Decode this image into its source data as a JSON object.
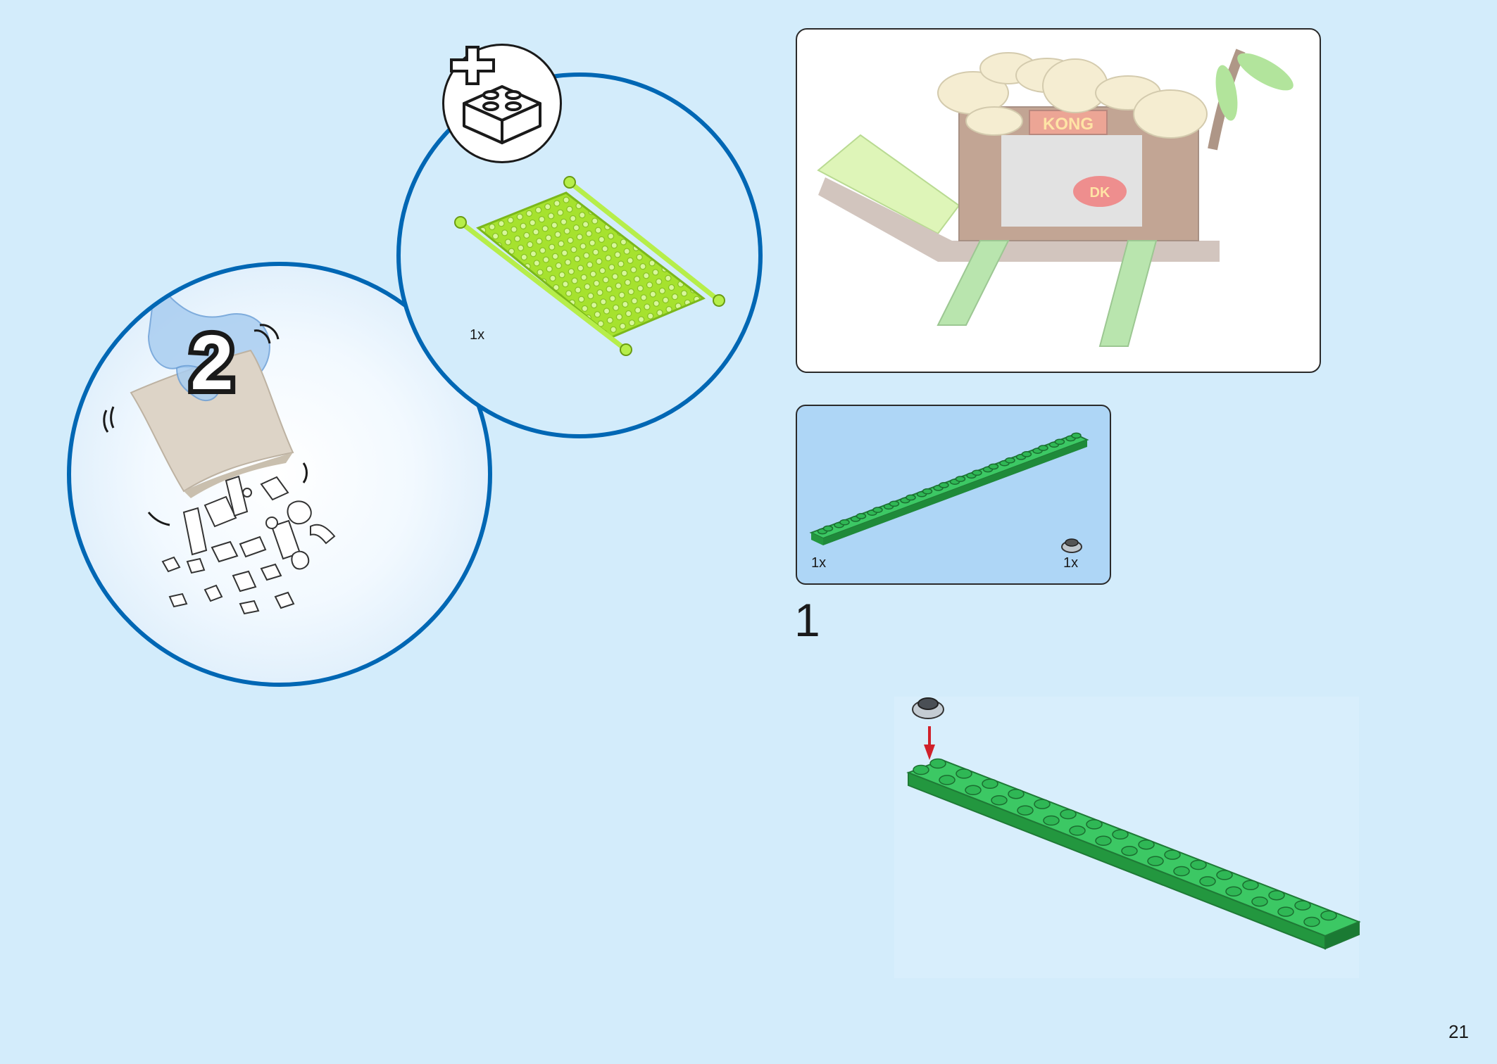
{
  "page_number": "21",
  "bag": {
    "number": "2"
  },
  "new_parts_circle": {
    "badge_icon": "plus-brick-icon",
    "net_quantity": "1x"
  },
  "parts_list": {
    "items": [
      {
        "icon": "green-plate-2x16-icon",
        "quantity": "1x"
      },
      {
        "icon": "round-plate-1x1-dark-gray-icon",
        "quantity": "1x"
      }
    ]
  },
  "model_preview": {
    "sign_text": "KONG",
    "badge_text": "DK"
  },
  "step": {
    "number": "1"
  },
  "colors": {
    "background": "#d3ecfb",
    "circle_border": "#0067b4",
    "parts_panel": "#aed6f6",
    "plate_green": "#28a745",
    "net_lime": "#a6e22e",
    "arrow_red": "#d0202a"
  }
}
